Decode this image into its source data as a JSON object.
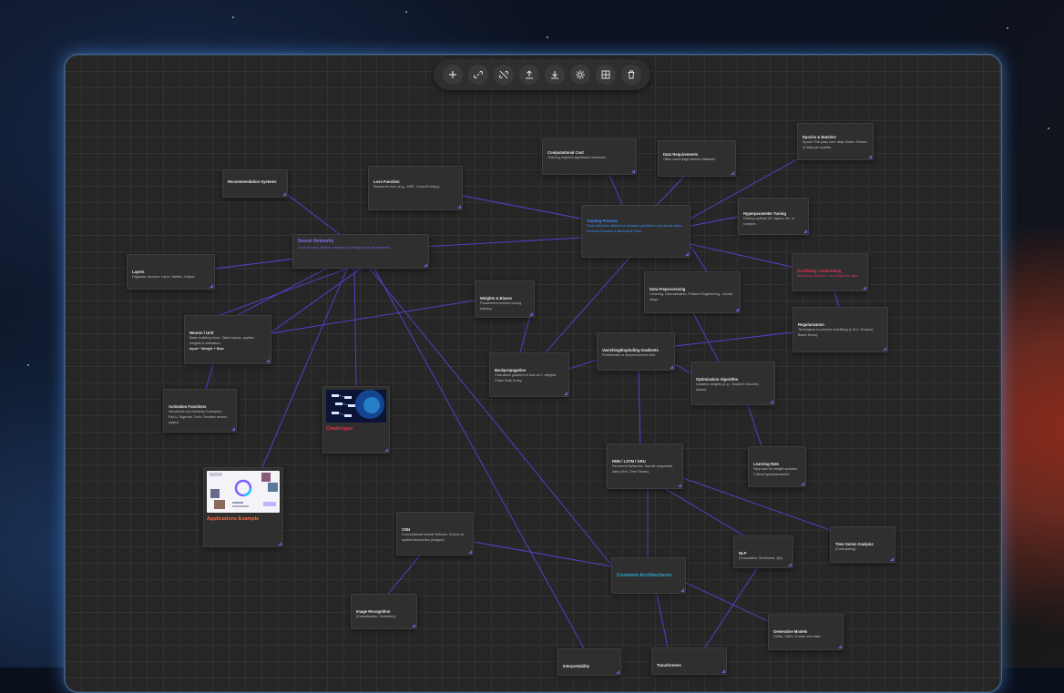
{
  "toolbar": {
    "buttons": [
      {
        "name": "add-node-button",
        "icon": "plus-icon"
      },
      {
        "name": "link-button",
        "icon": "link-icon"
      },
      {
        "name": "unlink-button",
        "icon": "unlink-icon"
      },
      {
        "name": "upload-button",
        "icon": "upload-icon"
      },
      {
        "name": "download-button",
        "icon": "download-icon"
      },
      {
        "name": "settings-button",
        "icon": "gear-icon"
      },
      {
        "name": "grid-button",
        "icon": "grid-icon"
      },
      {
        "name": "delete-button",
        "icon": "trash-icon"
      }
    ]
  },
  "colors": {
    "edge": "#5b3fd6",
    "purple_text": "#7b6ff0",
    "blue_text": "#3d8dff",
    "red_text": "#e6325a",
    "teal_text": "#2aa9d6",
    "caption_red": "#e0324f",
    "caption_orange": "#ff6a3d"
  },
  "nodes": {
    "neural_networks": {
      "title": "Neural Networks",
      "body": "Core concept: Models inspired by biological neural networks."
    },
    "recommendation": {
      "title": "Recommendation Systems"
    },
    "loss_function": {
      "title": "Loss Function",
      "body": "Measures error (e.g., MSE, Cross-Entropy)."
    },
    "computational_cost": {
      "title": "Computational Cost",
      "body": "Training requires significant resources."
    },
    "data_requirements": {
      "title": "Data Requirements",
      "body": "Often need large labeled datasets."
    },
    "epochs_batches": {
      "title": "Epochs & Batches",
      "body": "Epoch: Full pass over data. Batch: Subset of data per update."
    },
    "training_process": {
      "title": "Training Process",
      "body": "Goal: Minimize difference between prediction and actual value. Involves Forward & Backward Pass."
    },
    "hyperparameter": {
      "title": "Hyperparameter Tuning",
      "body": "Finding optimal LR, layers, etc. is complex."
    },
    "overfitting": {
      "title": "Overfitting / Underfitting",
      "body": "Model too complex / too simple for data."
    },
    "layers": {
      "title": "Layers",
      "body": "Organize neurons: Input, Hidden, Output."
    },
    "weights_biases": {
      "title": "Weights & Biases",
      "body": "Parameters learned during training."
    },
    "data_preprocessing": {
      "title": "Data Preprocessing",
      "body": "Cleaning, Normalization, Feature Engineering - crucial steps."
    },
    "regularization": {
      "title": "Regularization",
      "body": "Techniques to prevent overfitting (L1/L2, Dropout, Batch Norm)."
    },
    "neuron": {
      "title": "Neuron / Unit",
      "body": "Basic building block. Takes inputs, applies weights & activation.",
      "formula": "Input * Weight + Bias"
    },
    "vanishing": {
      "title": "Vanishing/Exploding Gradients",
      "body": "Problematic in deep/recurrent nets."
    },
    "backpropagation": {
      "title": "Backpropagation",
      "body": "Calculates gradient of loss w.r.t. weights. Chain Rule is key."
    },
    "optimization": {
      "title": "Optimization Algorithm",
      "body": "Updates weights (e.g., Gradient Descent, Adam)."
    },
    "activation": {
      "title": "Activation Functions",
      "body": "Introduces non-linearity. Examples: ReLU, Sigmoid, Tanh. Decides neuron output."
    },
    "challenges": {
      "caption": "Challenges"
    },
    "rnn": {
      "title": "RNN / LSTM / GRU",
      "body": "Recurrent Networks. Handle sequential data (Text, Time Series)."
    },
    "learning_rate": {
      "title": "Learning Rate",
      "body": "Step size for weight updates. Critical hyperparameter."
    },
    "applications": {
      "caption": "Applications Example"
    },
    "cnn": {
      "title": "CNN",
      "body": "Convolutional Neural Network. Excels at spatial hierarchies (Images)."
    },
    "time_series": {
      "title": "Time Series Analysis",
      "body": "(Forecasting)"
    },
    "nlp": {
      "title": "NLP",
      "body": "(Translation, Sentiment, QA)"
    },
    "common_arch": {
      "title": "Common Architectures"
    },
    "image_recognition": {
      "title": "Image Recognition",
      "body": "(Classification, Detection)"
    },
    "generative": {
      "title": "Generative Models",
      "body": "GANs, VAEs. Create new data."
    },
    "interpretability": {
      "title": "Interpretability"
    },
    "transformers": {
      "title": "Transformers"
    }
  }
}
